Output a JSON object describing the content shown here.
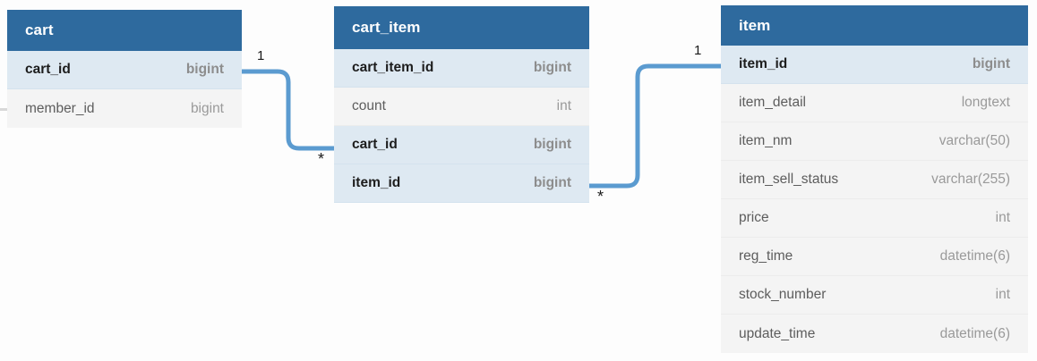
{
  "diagram": {
    "type": "er-diagram",
    "background_color": "#fdfdfd",
    "header_color": "#2e6a9e",
    "key_row_color": "#dee9f2",
    "row_color": "#f4f4f4",
    "connector_color": "#5b9bd0"
  },
  "entities": [
    {
      "name": "cart",
      "attributes": [
        {
          "name": "cart_id",
          "type": "bigint",
          "key": true
        },
        {
          "name": "member_id",
          "type": "bigint",
          "key": false
        }
      ]
    },
    {
      "name": "cart_item",
      "attributes": [
        {
          "name": "cart_item_id",
          "type": "bigint",
          "key": true
        },
        {
          "name": "count",
          "type": "int",
          "key": false
        },
        {
          "name": "cart_id",
          "type": "bigint",
          "key": true
        },
        {
          "name": "item_id",
          "type": "bigint",
          "key": true
        }
      ]
    },
    {
      "name": "item",
      "attributes": [
        {
          "name": "item_id",
          "type": "bigint",
          "key": true
        },
        {
          "name": "item_detail",
          "type": "longtext",
          "key": false
        },
        {
          "name": "item_nm",
          "type": "varchar(50)",
          "key": false
        },
        {
          "name": "item_sell_status",
          "type": "varchar(255)",
          "key": false
        },
        {
          "name": "price",
          "type": "int",
          "key": false
        },
        {
          "name": "reg_time",
          "type": "datetime(6)",
          "key": false
        },
        {
          "name": "stock_number",
          "type": "int",
          "key": false
        },
        {
          "name": "update_time",
          "type": "datetime(6)",
          "key": false
        }
      ]
    }
  ],
  "relationships": [
    {
      "from_entity": "cart",
      "from_attribute": "cart_id",
      "from_cardinality": "1",
      "to_entity": "cart_item",
      "to_attribute": "cart_id",
      "to_cardinality": "*"
    },
    {
      "from_entity": "item",
      "from_attribute": "item_id",
      "from_cardinality": "1",
      "to_entity": "cart_item",
      "to_attribute": "item_id",
      "to_cardinality": "*"
    }
  ]
}
